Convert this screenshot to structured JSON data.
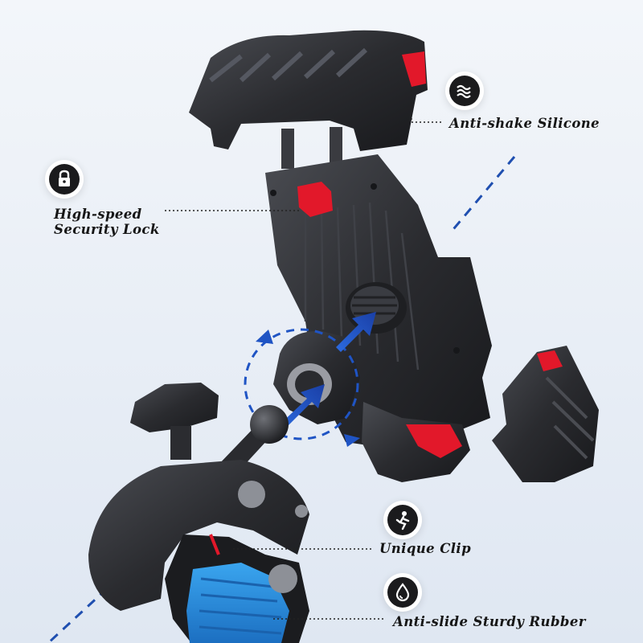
{
  "colors": {
    "background": "#e8eef6",
    "housing": "#2b2c30",
    "accent_red": "#e2182a",
    "arrow_blue": "#1f54c4",
    "rubber_blue": "#2a8fe0"
  },
  "icons": {
    "anti_shake": "wave-icon",
    "lock": "padlock-icon",
    "clip": "clip-icon",
    "rubber": "drop-icon"
  },
  "callouts": {
    "anti_shake": "Anti-shake Silicone",
    "lock_line1": "High-speed",
    "lock_line2": "Security Lock",
    "clip": "Unique Clip",
    "rubber": "Anti-slide Sturdy Rubber"
  }
}
